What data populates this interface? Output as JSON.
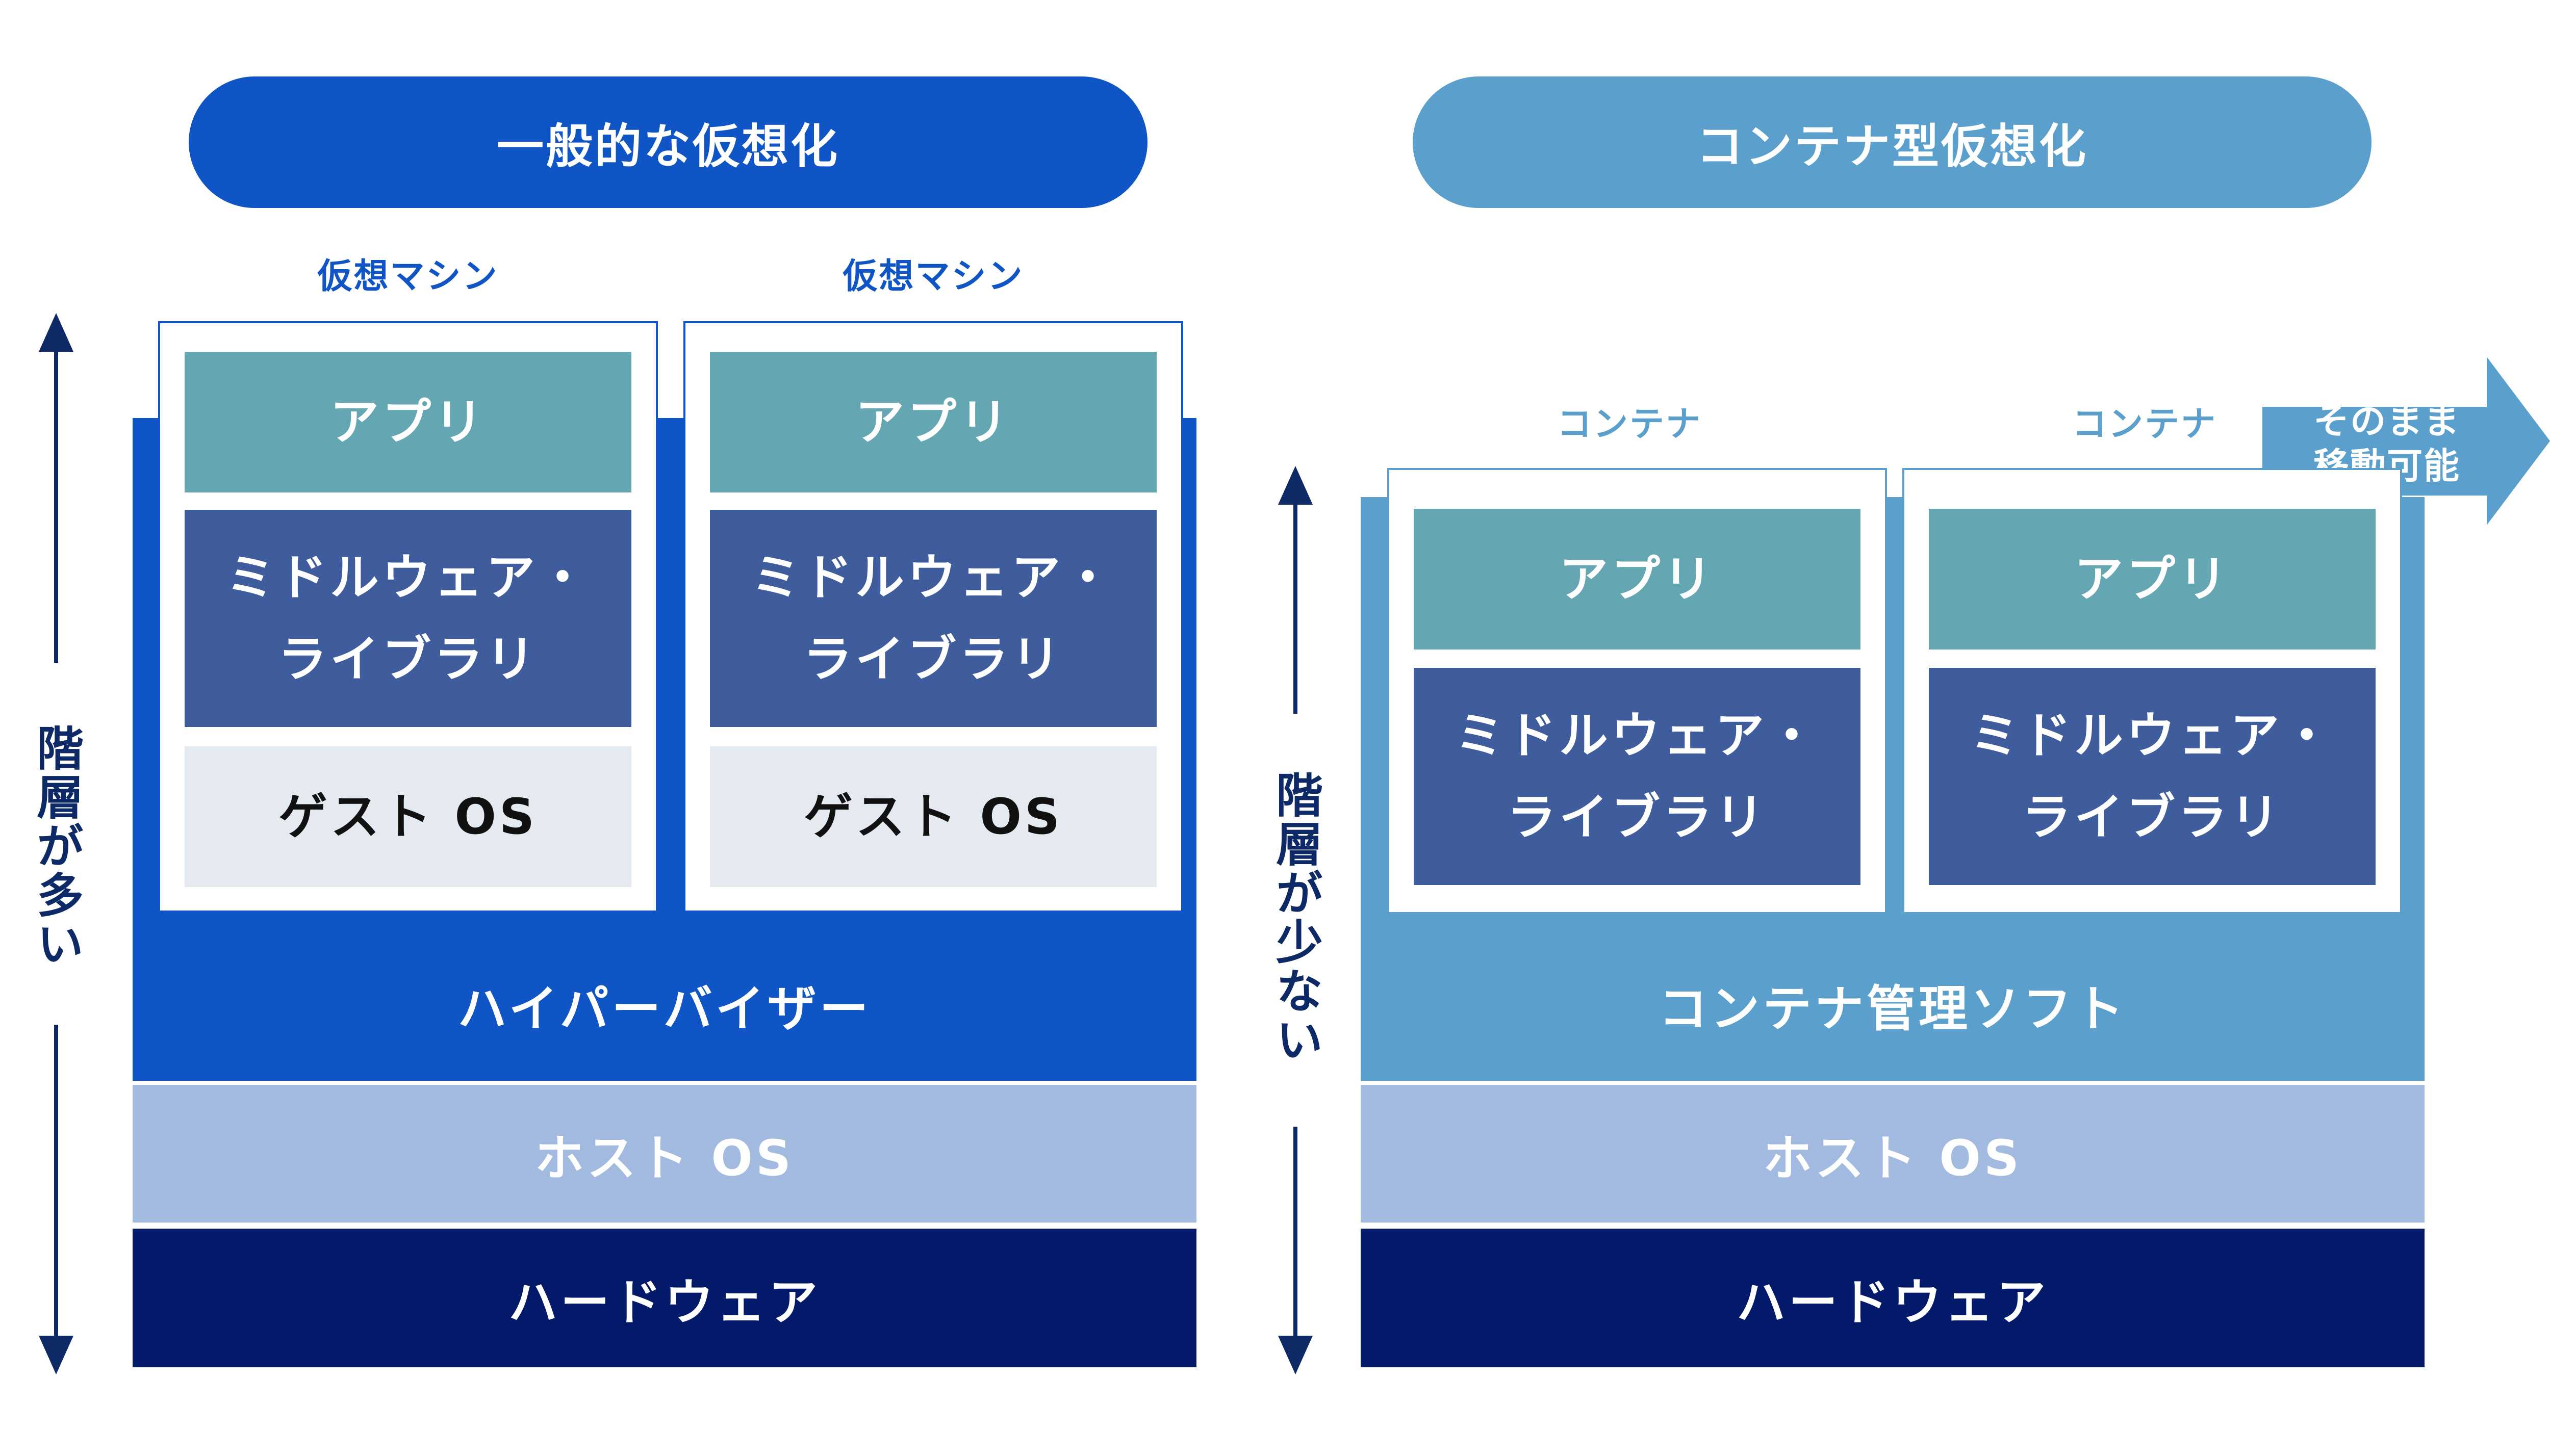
{
  "colors": {
    "primary_blue": "#1055c5",
    "light_blue": "#5b9fcc",
    "app_teal": "#64a6b1",
    "middleware": "#3f5c9c",
    "guest_os": "#e4eaef",
    "host_os": "#a2b9e0",
    "hardware": "#03196a",
    "axis": "#0e2a66"
  },
  "left": {
    "title": "一般的な仮想化",
    "axis_label": "階層が多い",
    "vms": [
      {
        "label": "仮想マシン",
        "app": "アプリ",
        "middleware_l1": "ミドルウェア・",
        "middleware_l2": "ライブラリ",
        "guest_os": "ゲスト OS"
      },
      {
        "label": "仮想マシン",
        "app": "アプリ",
        "middleware_l1": "ミドルウェア・",
        "middleware_l2": "ライブラリ",
        "guest_os": "ゲスト OS"
      }
    ],
    "hypervisor": "ハイパーバイザー",
    "host_os": "ホスト OS",
    "hardware": "ハードウェア"
  },
  "right": {
    "title": "コンテナ型仮想化",
    "axis_label": "階層が少ない",
    "containers": [
      {
        "label": "コンテナ",
        "app": "アプリ",
        "middleware_l1": "ミドルウェア・",
        "middleware_l2": "ライブラリ"
      },
      {
        "label": "コンテナ",
        "app": "アプリ",
        "middleware_l1": "ミドルウェア・",
        "middleware_l2": "ライブラリ"
      }
    ],
    "portable_line1": "そのまま",
    "portable_line2": "移動可能",
    "manager": "コンテナ管理ソフト",
    "host_os": "ホスト OS",
    "hardware": "ハードウェア"
  }
}
